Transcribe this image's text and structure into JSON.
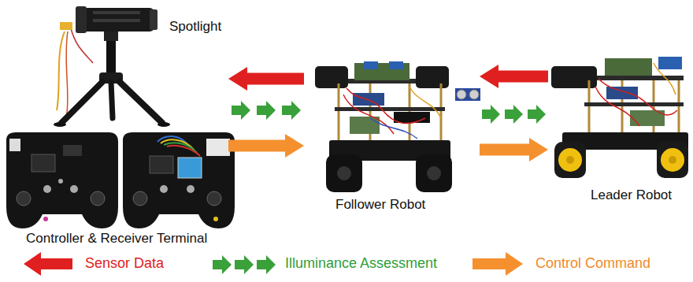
{
  "diagram": {
    "nodes": [
      {
        "text": [
          "Spotlight"
        ]
      },
      {
        "text": [
          "Controller & Receiver Terminal"
        ]
      },
      {
        "text": [
          "Follower Robot"
        ]
      },
      {
        "text": [
          "Leader Robot"
        ]
      }
    ],
    "edges": [
      {
        "from": 2,
        "to": 1,
        "arrow": "to"
      },
      {
        "from": 1,
        "to": 2,
        "arrow": "to"
      },
      {
        "from": 1,
        "to": 2,
        "arrow": "to"
      },
      {
        "from": 3,
        "to": 2,
        "arrow": "to"
      },
      {
        "from": 2,
        "to": 3,
        "arrow": "to"
      },
      {
        "from": 2,
        "to": 3,
        "arrow": "to"
      }
    ],
    "legend": [
      {
        "text": "Sensor Data"
      },
      {
        "text": "Illuminance Assessment"
      },
      {
        "text": "Control Command"
      }
    ]
  }
}
